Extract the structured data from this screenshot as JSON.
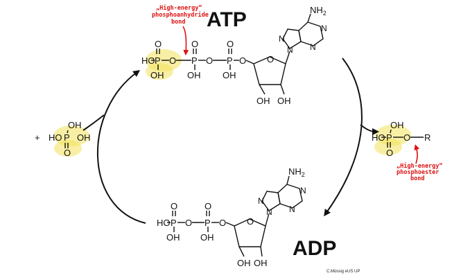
{
  "atp": {
    "title": "ATP",
    "amine": "NH",
    "amine_sub": "2",
    "hydroxyl_left": "OH",
    "hydroxyl_right": "OH",
    "phosphate_left": "HO",
    "phosphate_oh": "OH",
    "annotation": [
      "„High-energy“",
      "phosphoanhydride",
      "bond"
    ]
  },
  "adp": {
    "title": "ADP",
    "amine": "NH",
    "amine_sub": "2",
    "hydroxyl_left": "OH",
    "hydroxyl_right": "OH",
    "phosphate_left": "HO",
    "phosphate_oh": "OH"
  },
  "free_phosphate": {
    "plus": "+",
    "ho": "HO",
    "oh": "OH"
  },
  "ester": {
    "ho": "HO",
    "oh": "OH",
    "r": "R",
    "annotation": [
      "„High-energy“",
      "phosphoester",
      "bond"
    ]
  },
  "atoms": {
    "p": "P",
    "o": "O",
    "n": "N"
  },
  "credit": "C.Müssig eUS UP",
  "colors": {
    "highlight": "#f2e25a",
    "annotation": "#d11111",
    "ink": "#111111"
  }
}
